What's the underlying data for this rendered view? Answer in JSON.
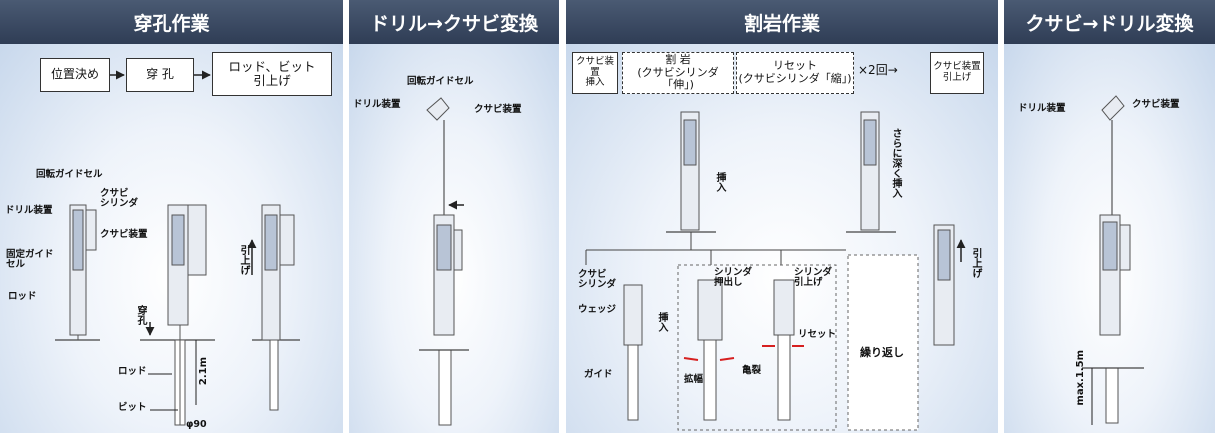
{
  "panels": {
    "p1": {
      "title": "穿孔作業",
      "flow": [
        "位置決め",
        "穿 孔",
        "ロッド、ビット\n引上げ"
      ],
      "labels": {
        "rotary_guide_cell": "回転ガイドセル",
        "wedge_cylinder": "クサビ\nシリンダ",
        "drill_unit": "ドリル装置",
        "wedge_unit": "クサビ装置",
        "fixed_guide_cell": "固定ガイド\nセル",
        "rod": "ロッド",
        "drilling": "穿孔",
        "pull_up": "引上げ",
        "rod2": "ロッド",
        "bit": "ビット",
        "depth": "2.1m",
        "diameter": "φ90"
      }
    },
    "p2": {
      "title": "ドリル→クサビ変換",
      "labels": {
        "rotary_guide_cell": "回転ガイドセル",
        "drill_unit": "ドリル装置",
        "wedge_unit": "クサビ装置"
      }
    },
    "p3": {
      "title": "割岩作業",
      "flow": [
        "クサビ装置\n挿入",
        "割 岩\n(クサビシリンダ「伸」)",
        "リセット\n(クサビシリンダ「縮」)",
        "×2回→",
        "クサビ装置\n引上げ"
      ],
      "labels": {
        "insert": "挿入",
        "insert_deeper": "さらに深く挿入",
        "pull_up": "引上げ",
        "wedge_cylinder": "クサビ\nシリンダ",
        "wedge": "ウェッジ",
        "guide": "ガイド",
        "insert2": "挿入",
        "cyl_extend": "シリンダ\n押出し",
        "cyl_retract": "シリンダ\n引上げ",
        "reset": "リセット",
        "expand": "拡幅",
        "crack": "亀裂",
        "repeat": "繰り返し"
      }
    },
    "p4": {
      "title": "クサビ→ドリル変換",
      "labels": {
        "drill_unit": "ドリル装置",
        "wedge_unit": "クサビ装置",
        "max_depth": "max.1.5m"
      }
    }
  },
  "colors": {
    "header": "#34435b",
    "arrow_red": "#d62020"
  }
}
